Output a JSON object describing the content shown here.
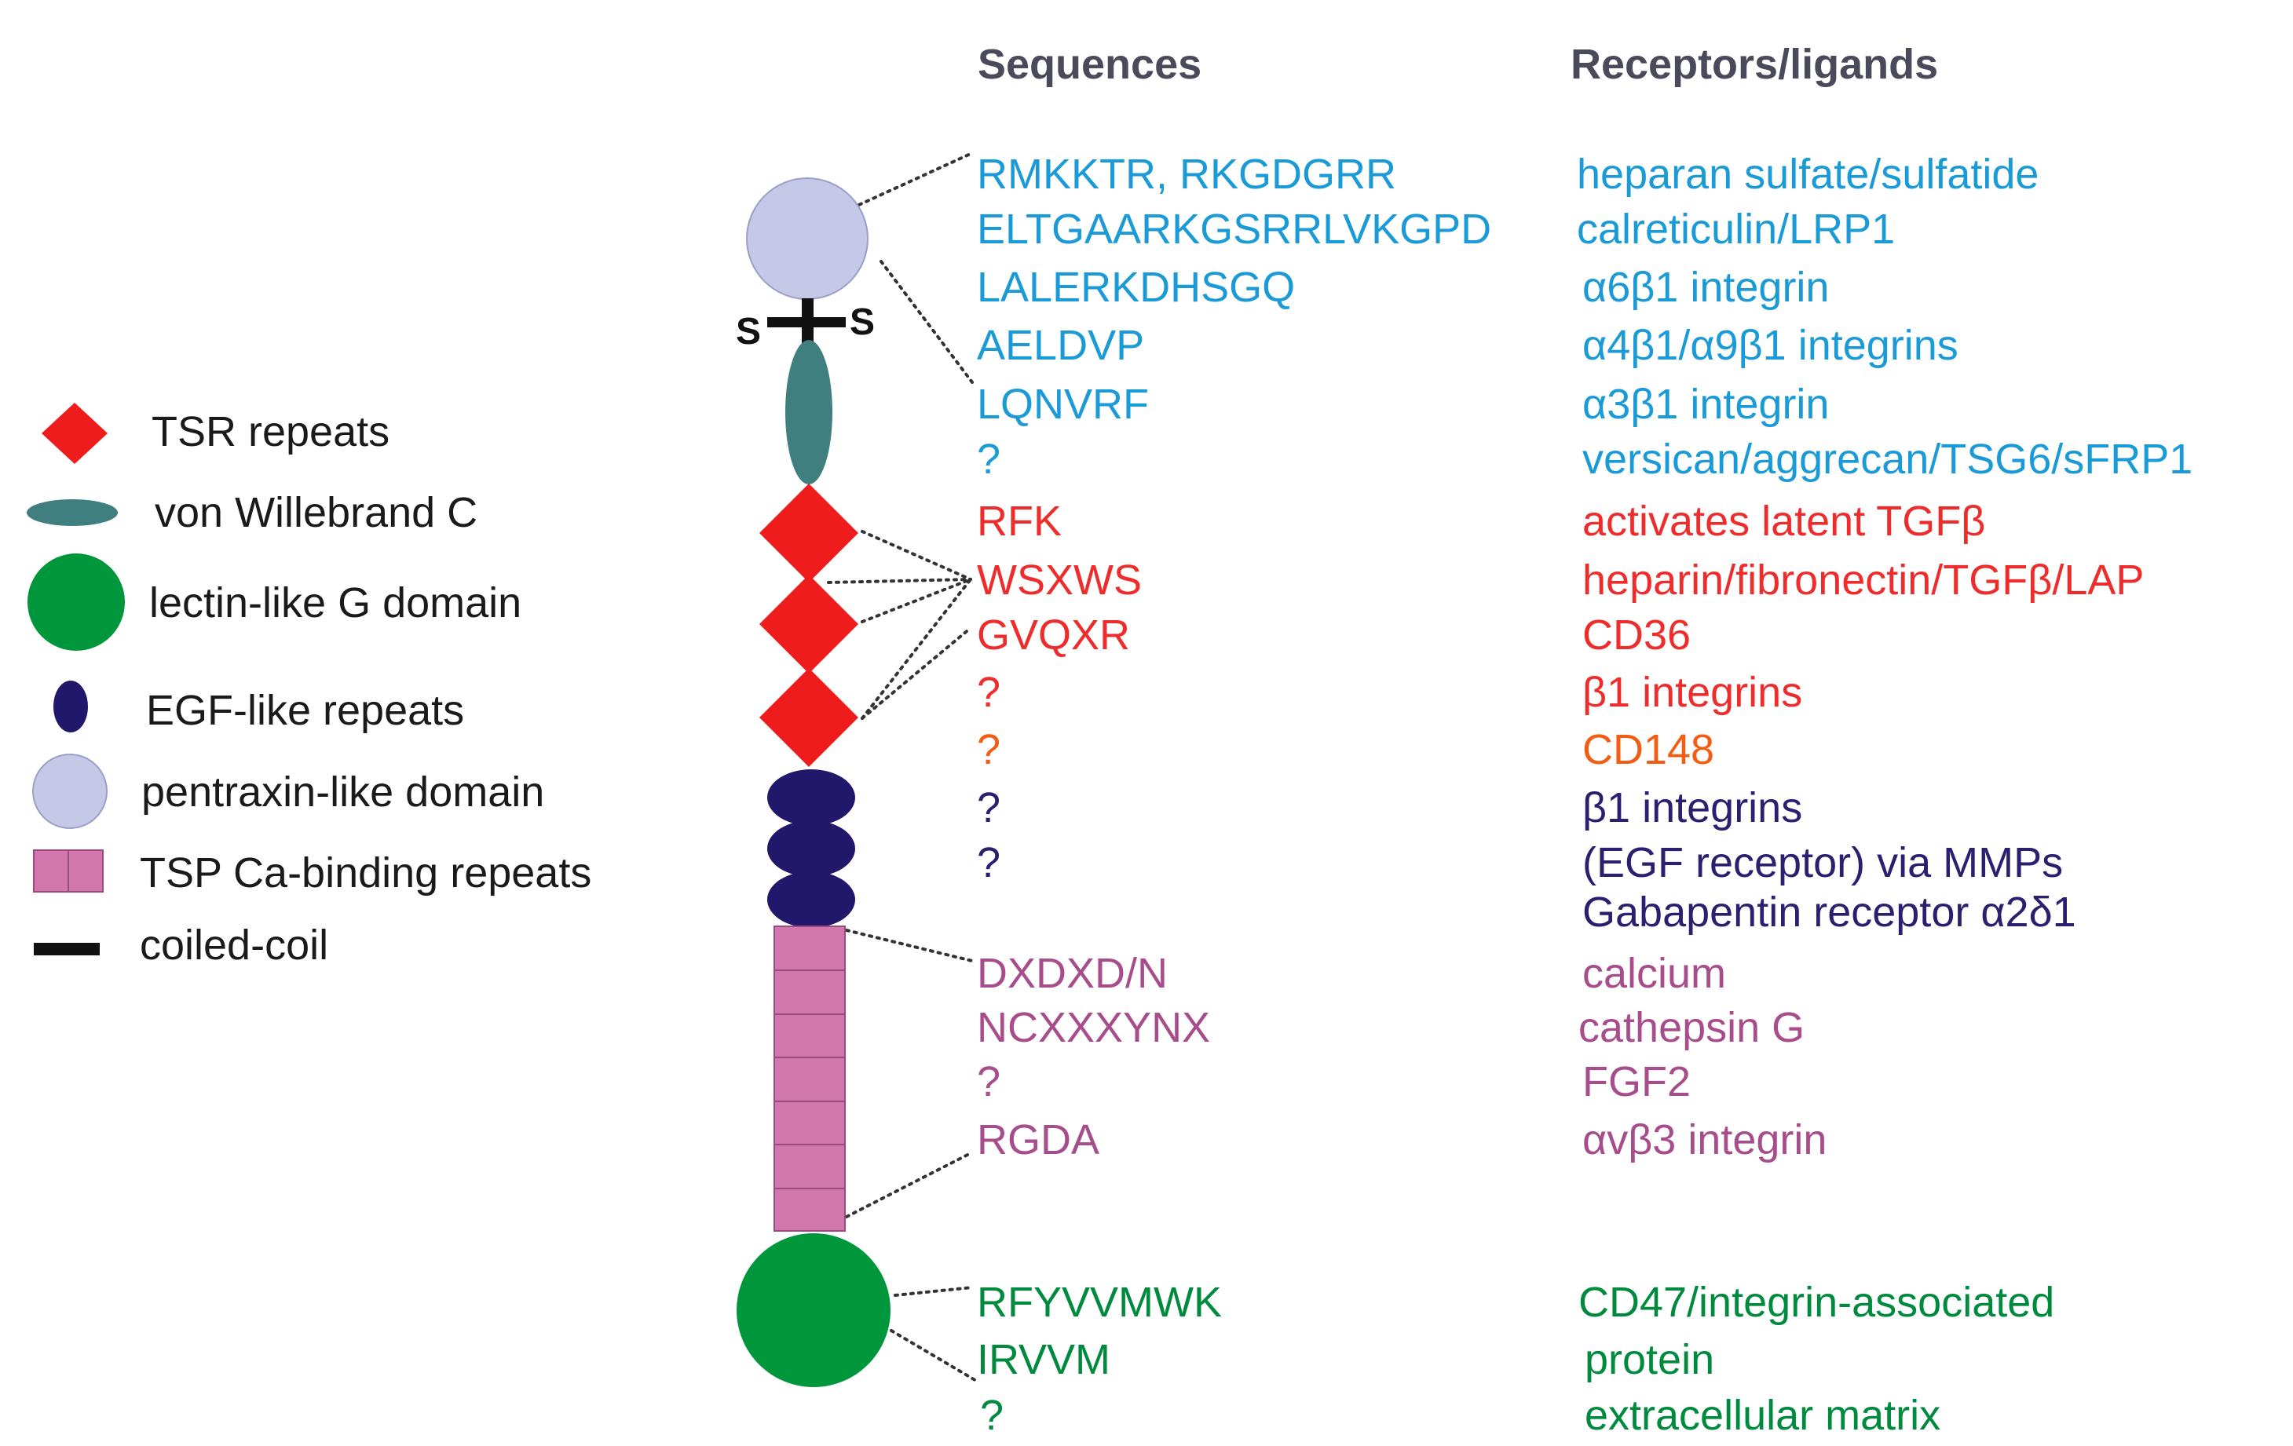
{
  "headers": {
    "sequences": "Sequences",
    "receptors": "Receptors/ligands"
  },
  "disulfide": {
    "left": "S",
    "right": "S"
  },
  "legend": [
    {
      "label": "TSR repeats",
      "icon": "red-diamond-icon"
    },
    {
      "label": "von Willebrand C",
      "icon": "teal-ellipse-icon"
    },
    {
      "label": "lectin-like G domain",
      "icon": "green-circle-icon"
    },
    {
      "label": "EGF-like repeats",
      "icon": "navy-ellipse-icon"
    },
    {
      "label": "pentraxin-like domain",
      "icon": "lavender-circle-icon"
    },
    {
      "label": "TSP Ca-binding repeats",
      "icon": "pink-box-icon"
    },
    {
      "label": "coiled-coil",
      "icon": "black-bar-icon"
    }
  ],
  "sequences": [
    "RMKKTR, RKGDGRR",
    "ELTGAARKGSRRLVKGPD",
    "LALERKDHSGQ",
    "AELDVP",
    "LQNVRF",
    "?",
    "RFK",
    "WSXWS",
    "GVQXR",
    "?",
    "?",
    "?",
    "?",
    "DXDXD/N",
    "NCXXXYNX",
    "?",
    "RGDA",
    "RFYVVMWK",
    "IRVVM",
    "?"
  ],
  "receptors": [
    "heparan sulfate/sulfatide",
    "calreticulin/LRP1",
    "α6β1 integrin",
    "α4β1/α9β1 integrins",
    "α3β1 integrin",
    "versican/aggrecan/TSG6/sFRP1",
    "activates latent TGFβ",
    "heparin/fibronectin/TGFβ/LAP",
    "CD36",
    "β1 integrins",
    "CD148",
    "β1 integrins",
    "(EGF receptor) via MMPs",
    "Gabapentin receptor α2δ1",
    "calcium",
    "cathepsin G",
    "FGF2",
    "αvβ3 integrin",
    "CD47/integrin-associated",
    "protein",
    "extracellular matrix"
  ],
  "colors": {
    "blue": "#1a9ad6",
    "red": "#ee2c2c",
    "orange": "#f25c13",
    "navy": "#2b2070",
    "pink": "#a84d8c",
    "green": "#008a3e",
    "tsr": "#ee1c1c",
    "vwc": "#3f7f7f",
    "lectin": "#00963c",
    "egf": "#22186b",
    "pentraxin": "#c5c8e6",
    "ca": "#d277ad"
  }
}
